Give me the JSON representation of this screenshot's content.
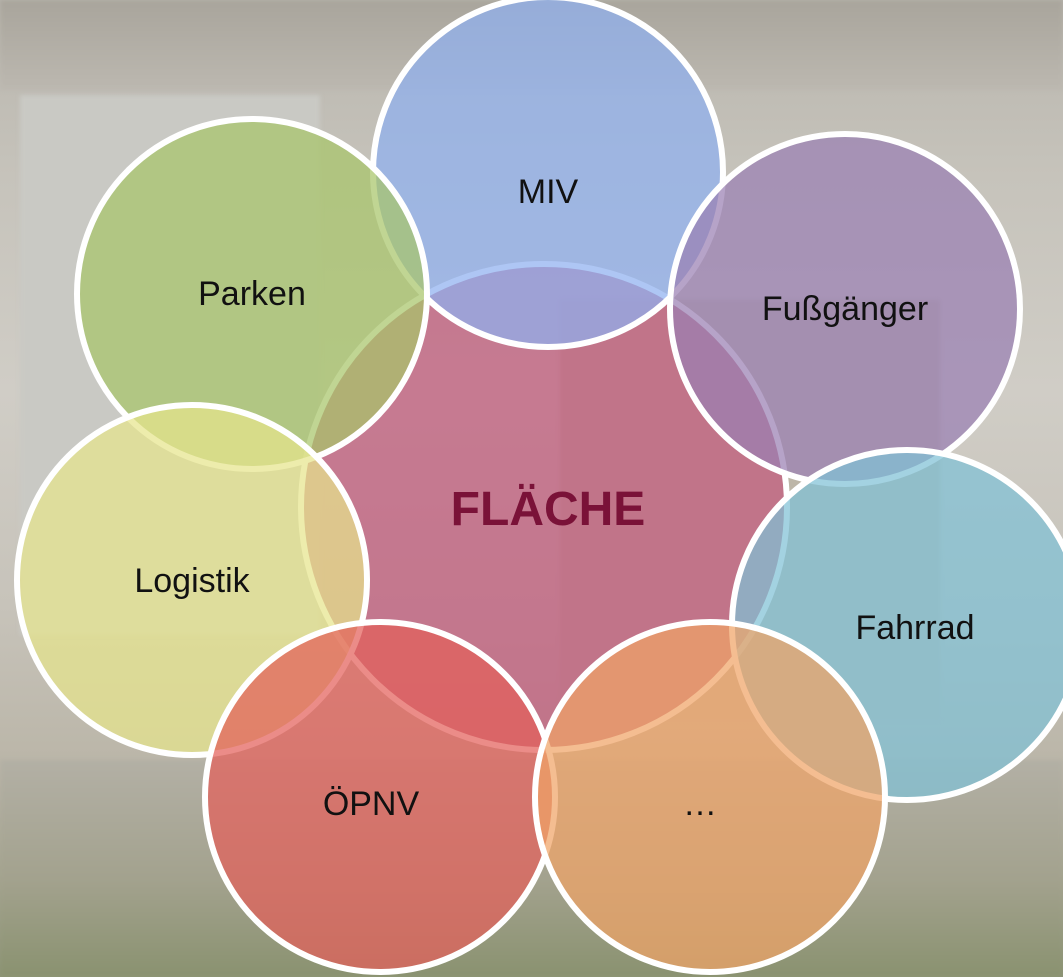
{
  "diagram": {
    "center": {
      "label": "FLÄCHE",
      "color": "#c25a7d"
    },
    "nodes": [
      {
        "id": "miv",
        "label": "MIV",
        "color": "#8fb0f0"
      },
      {
        "id": "fussgaenger",
        "label": "Fußgänger",
        "color": "#9a7fb3"
      },
      {
        "id": "fahrrad",
        "label": "Fahrrad",
        "color": "#7fc1d6"
      },
      {
        "id": "ellipsis",
        "label": "…",
        "color": "#f0a366"
      },
      {
        "id": "oepnv",
        "label": "ÖPNV",
        "color": "#e3605a"
      },
      {
        "id": "logistik",
        "label": "Logistik",
        "color": "#e6e58c"
      },
      {
        "id": "parken",
        "label": "Parken",
        "color": "#a8c569"
      }
    ]
  }
}
